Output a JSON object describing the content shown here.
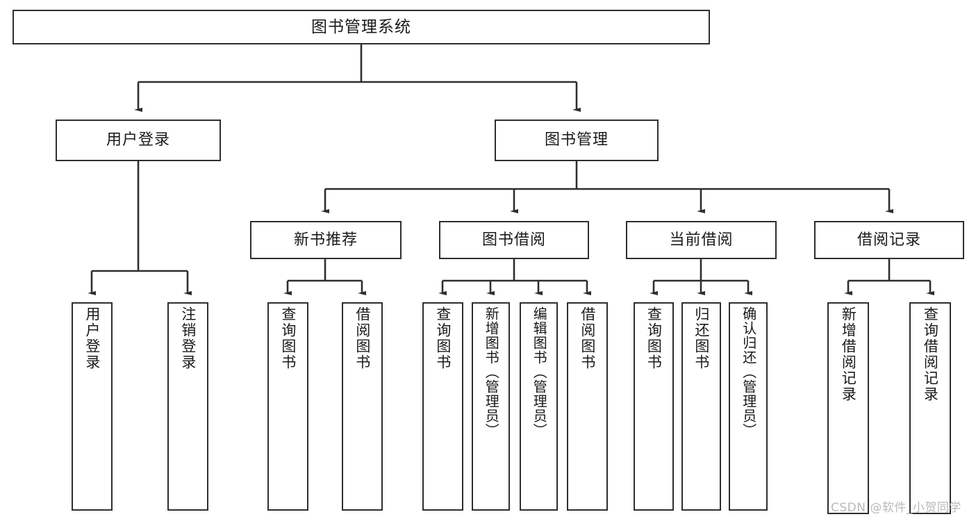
{
  "diagram": {
    "title": "图书管理系统",
    "type": "hierarchy-tree",
    "background_color": "#ffffff",
    "line_color": "#2e2e2e",
    "text_color": "#1a1a1a"
  },
  "nodes": {
    "root": {
      "label": "图书管理系统"
    },
    "level1": [
      {
        "label": "用户登录"
      },
      {
        "label": "图书管理"
      }
    ],
    "level2": [
      {
        "label": "新书推荐"
      },
      {
        "label": "图书借阅"
      },
      {
        "label": "当前借阅"
      },
      {
        "label": "借阅记录"
      }
    ],
    "leaves": {
      "user_login": [
        {
          "label": "用户登录"
        },
        {
          "label": "注销登录"
        }
      ],
      "new_book_recommend": [
        {
          "label": "查询图书"
        },
        {
          "label": "借阅图书"
        }
      ],
      "book_borrow": [
        {
          "label": "查询图书"
        },
        {
          "label": "新增图书（管理员）"
        },
        {
          "label": "编辑图书（管理员）"
        },
        {
          "label": "借阅图书"
        }
      ],
      "current_borrow": [
        {
          "label": "查询图书"
        },
        {
          "label": "归还图书"
        },
        {
          "label": "确认归还（管理员）"
        }
      ],
      "borrow_record": [
        {
          "label": "新增借阅记录"
        },
        {
          "label": "查询借阅记录"
        }
      ]
    }
  },
  "watermark": {
    "text": "CSDN @软件_小贺同学",
    "color": "#b9b9b9"
  }
}
